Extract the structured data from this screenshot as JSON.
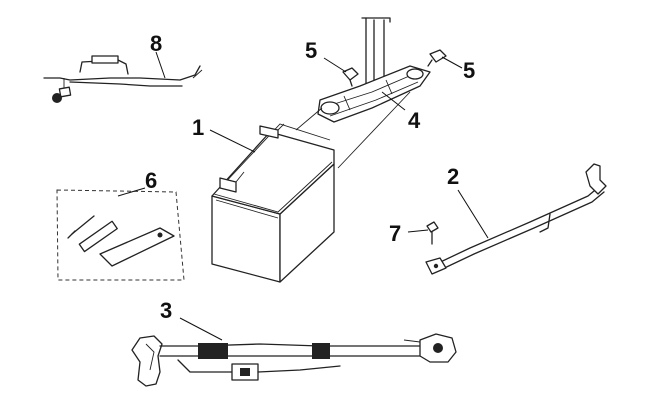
{
  "parts": [
    {
      "id": "battery",
      "callout": "1"
    },
    {
      "id": "negative-cable",
      "callout": "2"
    },
    {
      "id": "positive-cable-harness",
      "callout": "3"
    },
    {
      "id": "battery-strap",
      "callout": "4"
    },
    {
      "id": "bolt-left",
      "callout": "5"
    },
    {
      "id": "bolt-right",
      "callout": "5"
    },
    {
      "id": "cable-bolt",
      "callout": "6"
    },
    {
      "id": "tool-kit",
      "callout": "7"
    },
    {
      "id": "wire-harness",
      "callout": "8"
    }
  ]
}
